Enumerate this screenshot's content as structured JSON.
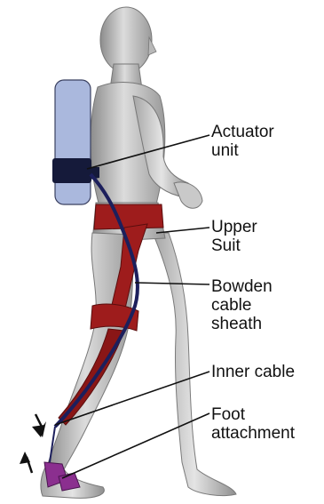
{
  "labels": {
    "actuator": "Actuator\nunit",
    "upper_suit": "Upper\nSuit",
    "bowden": "Bowden\ncable\nsheath",
    "inner_cable": "Inner cable",
    "foot": "Foot\nattachment"
  },
  "colors": {
    "suit_red": "#9e1c1c",
    "cable_navy": "#1c1f5c",
    "backpack_blue": "#aab8dd",
    "backpack_strap": "#151a3a",
    "foot_purple": "#8b2f8f",
    "skin_gray": "#b9b9b9"
  },
  "icons": [
    "up-down-arrows-icon"
  ]
}
